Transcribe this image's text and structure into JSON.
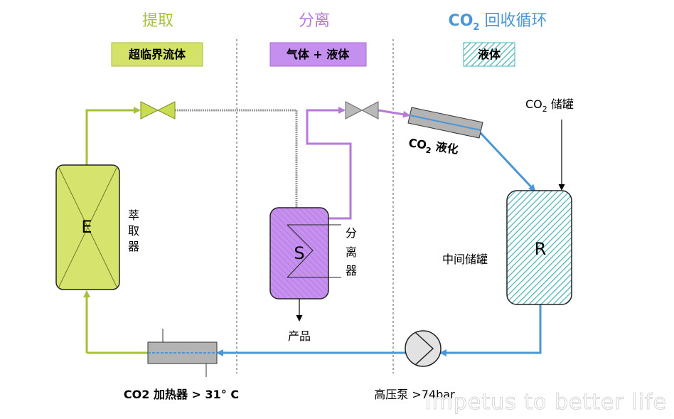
{
  "sections": {
    "extract": {
      "title": "提取",
      "tag": "超临界流体",
      "color": "#a6c23a",
      "tag_fill": "#d4e26a"
    },
    "separate": {
      "title": "分离",
      "tag": "气体 + 液体",
      "color": "#b57ad8",
      "tag_fill": "#c58ff0"
    },
    "recycle": {
      "title_main": "CO",
      "title_sub": "2",
      "title_rest": " 回收循环",
      "tag": "液体",
      "color": "#4a96d6",
      "tag_fill": "#aee0e0"
    }
  },
  "vessels": {
    "extractor": {
      "letter": "E",
      "label": [
        "萃",
        "取",
        "器"
      ],
      "fill": "#d6e36c"
    },
    "separator": {
      "letter": "S",
      "label": [
        "分",
        "离",
        "器"
      ],
      "fill": "#c590ee"
    },
    "reservoir": {
      "letter": "R",
      "label": "中间储罐",
      "fill": "#b8e4e8"
    }
  },
  "labels": {
    "product": "产品",
    "co2_storage_main": "CO",
    "co2_storage_sub": "2",
    "co2_storage_rest": " 储罐",
    "condenser_main": "CO",
    "condenser_sub": "2",
    "condenser_rest": " 液化",
    "heater": "CO2 加热器 > 31° C",
    "pump": "高压泵 >74bar",
    "watermark": "Impetus to better life"
  },
  "colors": {
    "green_line": "#a6c23a",
    "purple_line": "#b57ad8",
    "blue_line": "#4a96d6",
    "gray_line": "#9a9a9a",
    "dashed_divider": "#555555"
  }
}
